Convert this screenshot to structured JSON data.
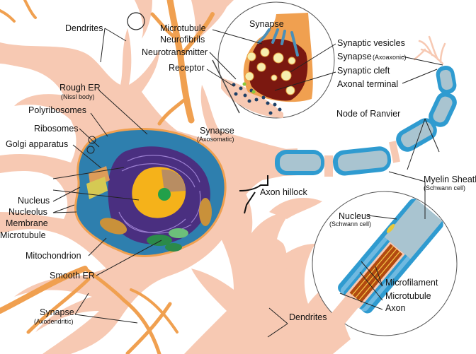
{
  "diagram": {
    "title": "Neuron anatomy",
    "colors": {
      "tissue": "#f7c9b3",
      "orange_dendrite": "#f0a050",
      "cytoplasm": "#2e7fae",
      "rough_er": "#4a2f80",
      "nucleus": "#f5b21a",
      "nucleolus": "#22a04a",
      "myelin": "#2f9bd0",
      "axon_core": "#a9c4d0",
      "synapse_terminal": "#7b1810",
      "vesicle": "#f6eeb0"
    },
    "labels": {
      "dendrites_top": "Dendrites",
      "microtubule_top": "Microtubule",
      "neurofibrils": "Neurofibrils",
      "neurotransmitter": "Neurotransmitter",
      "receptor": "Receptor",
      "synapse_inset_title": "Synapse",
      "synaptic_vesicles": "Synaptic vesicles",
      "synapse_axoaxonic": "Synapse",
      "synapse_axoaxonic_sub": "(Axoaxonic)",
      "synaptic_cleft": "Synaptic cleft",
      "axonal_terminal": "Axonal terminal",
      "node_of_ranvier": "Node of Ranvier",
      "rough_er": "Rough ER",
      "rough_er_sub": "(Nissl body)",
      "polyribosomes": "Polyribosomes",
      "ribosomes": "Ribosomes",
      "golgi": "Golgi apparatus",
      "synapse_axosomatic": "Synapse",
      "synapse_axosomatic_sub": "(Axosomatic)",
      "nucleus": "Nucleus",
      "nucleolus": "Nucleolus",
      "membrane": "Membrane",
      "microtubule_left": "Microtubule",
      "mitochondrion": "Mitochondrion",
      "smooth_er": "Smooth ER",
      "axon_hillock": "Axon hillock",
      "myelin_sheath": "Myelin Sheath",
      "myelin_sheath_sub": "(Schwann cell)",
      "nucleus_schwann": "Nucleus",
      "nucleus_schwann_sub": "(Schwann cell)",
      "microfilament": "Microfilament",
      "microtubule_inset": "Microtubule",
      "axon": "Axon",
      "synapse_axodendritic": "Synapse",
      "synapse_axodendritic_sub": "(Axodendritic)",
      "dendrites_bottom": "Dendrites"
    }
  }
}
